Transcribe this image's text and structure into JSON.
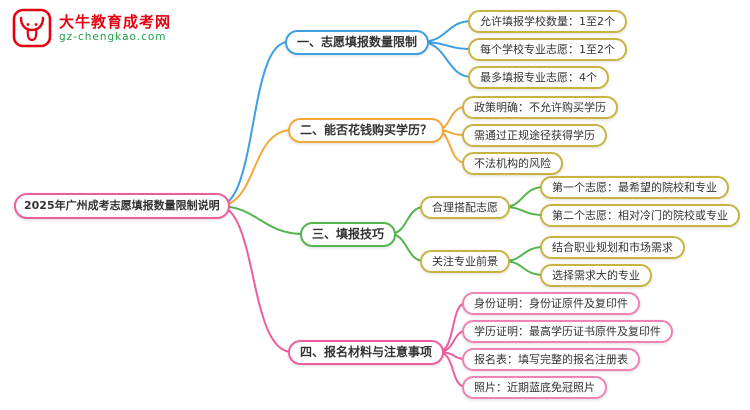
{
  "logo": {
    "site_name": "大牛教育成考网",
    "site_url": "gz-chengkao.com",
    "brand_red": "#e60012",
    "brand_green": "#21a04a",
    "icon": "bull-icon"
  },
  "root": {
    "label": "2025年广州成考志愿填报数量限制说明"
  },
  "palette": {
    "root_pink": "#ec5f9f",
    "khaki": "#c9b342",
    "leaf_pink": "#ef82b4",
    "node_bg": "#ffffff",
    "text": "#333333"
  },
  "branches": [
    {
      "label": "一、志愿填报数量限制",
      "color": "#3f9fe0",
      "children": [
        {
          "label": "允许填报学校数量：1至2个"
        },
        {
          "label": "每个学校专业志愿：1至2个"
        },
        {
          "label": "最多填报专业志愿：4个"
        }
      ]
    },
    {
      "label": "二、能否花钱购买学历？",
      "color": "#f2a93b",
      "children": [
        {
          "label": "政策明确：不允许购买学历"
        },
        {
          "label": "需通过正规途径获得学历"
        },
        {
          "label": "不法机构的风险"
        }
      ]
    },
    {
      "label": "三、填报技巧",
      "color": "#55b54e",
      "children": [
        {
          "label": "合理搭配志愿",
          "children": [
            {
              "label": "第一个志愿：最希望的院校和专业"
            },
            {
              "label": "第二个志愿：相对冷门的院校或专业"
            }
          ]
        },
        {
          "label": "关注专业前景",
          "children": [
            {
              "label": "结合职业规划和市场需求"
            },
            {
              "label": "选择需求大的专业"
            }
          ]
        }
      ]
    },
    {
      "label": "四、报名材料与注意事项",
      "color": "#ec5f9f",
      "children": [
        {
          "label": "身份证明：身份证原件及复印件"
        },
        {
          "label": "学历证明：最高学历证书原件及复印件"
        },
        {
          "label": "报名表：填写完整的报名注册表"
        },
        {
          "label": "照片：近期蓝底免冠照片"
        }
      ]
    }
  ]
}
